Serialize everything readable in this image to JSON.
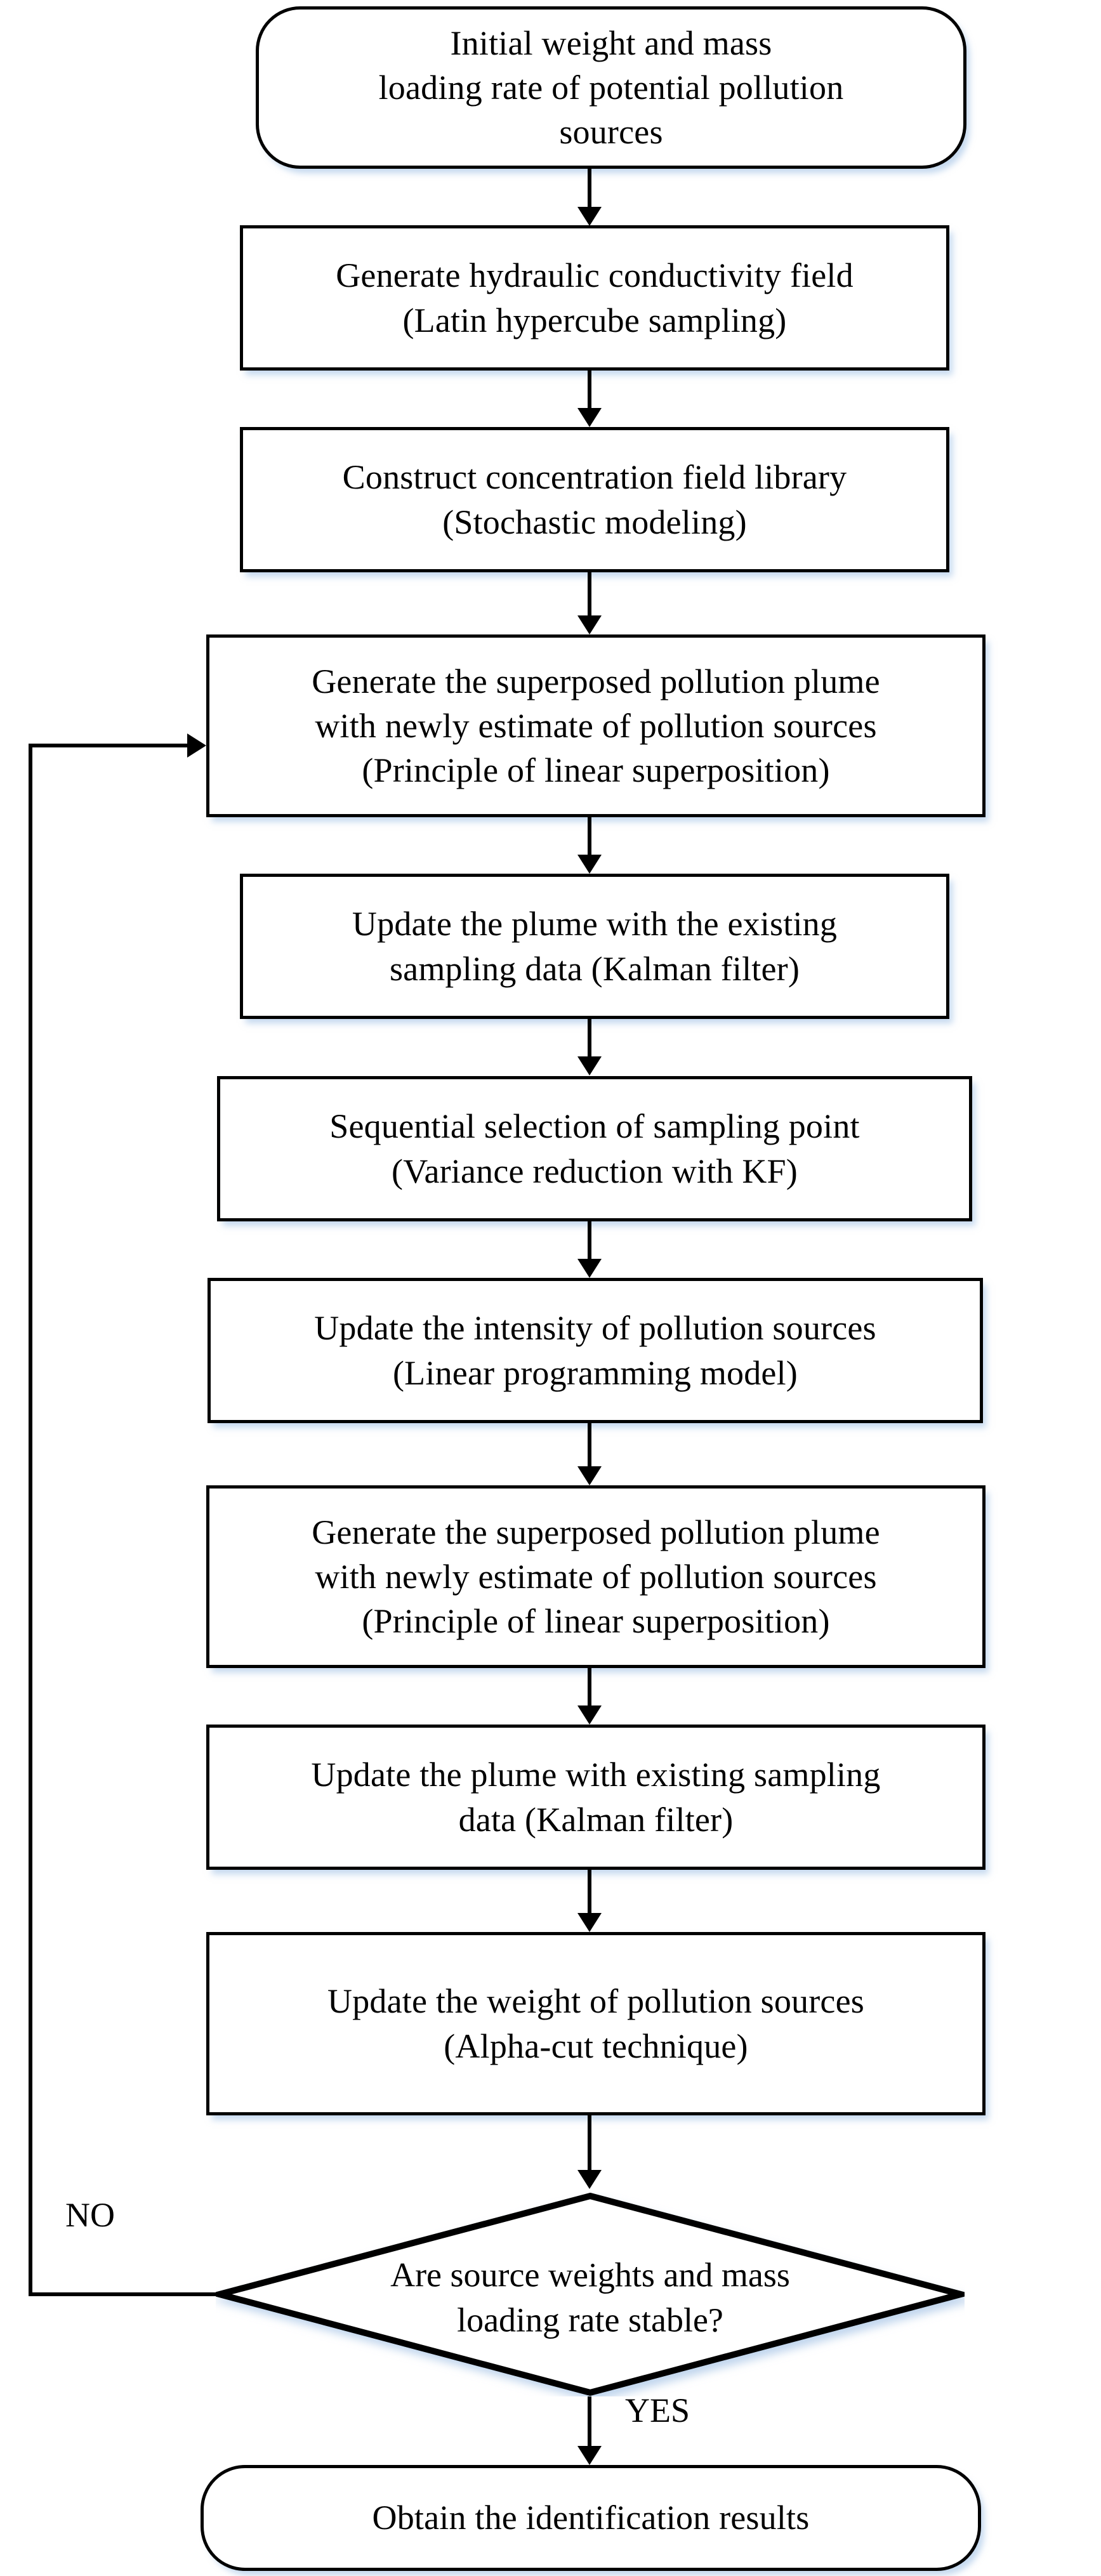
{
  "diagram": {
    "title": "Pollution source identification iterative procedure flowchart",
    "type": "flowchart",
    "colors": {
      "node_fill": "#ffffff",
      "node_border": "#000000",
      "text": "#000000",
      "shadow": "#b9d4ef",
      "background": "#ffffff"
    }
  },
  "nodes": [
    {
      "id": "start",
      "shape": "terminator",
      "text": "Initial weight and mass\nloading rate of potential pollution\nsources"
    },
    {
      "id": "gen-k-field",
      "shape": "process",
      "text": "Generate hydraulic conductivity field\n(Latin hypercube sampling)"
    },
    {
      "id": "construct-library",
      "shape": "process",
      "text": "Construct concentration field library\n(Stochastic modeling)"
    },
    {
      "id": "gen-plume-1",
      "shape": "process",
      "text": "Generate the superposed pollution plume\nwith newly estimate of pollution sources\n(Principle  of linear superposition)"
    },
    {
      "id": "update-plume-1",
      "shape": "process",
      "text": "Update the plume with the existing\nsampling data (Kalman filter)"
    },
    {
      "id": "sequential-selection",
      "shape": "process",
      "text": "Sequential selection of sampling point\n(Variance reduction with KF)"
    },
    {
      "id": "update-intensity",
      "shape": "process",
      "text": "Update the intensity of pollution sources\n(Linear programming model)"
    },
    {
      "id": "gen-plume-2",
      "shape": "process",
      "text": "Generate the superposed pollution plume\nwith newly estimate of pollution sources\n(Principle of linear superposition)"
    },
    {
      "id": "update-plume-2",
      "shape": "process",
      "text": "Update the plume with existing sampling\ndata (Kalman filter)"
    },
    {
      "id": "update-weight",
      "shape": "process",
      "text": "Update the weight of pollution sources\n(Alpha-cut technique)"
    },
    {
      "id": "decision",
      "shape": "decision",
      "text": "Are source weights and mass\nloading rate stable?"
    },
    {
      "id": "end",
      "shape": "terminator",
      "text": "Obtain the identification results"
    }
  ],
  "edge_labels": {
    "no": "NO",
    "yes": "YES"
  }
}
